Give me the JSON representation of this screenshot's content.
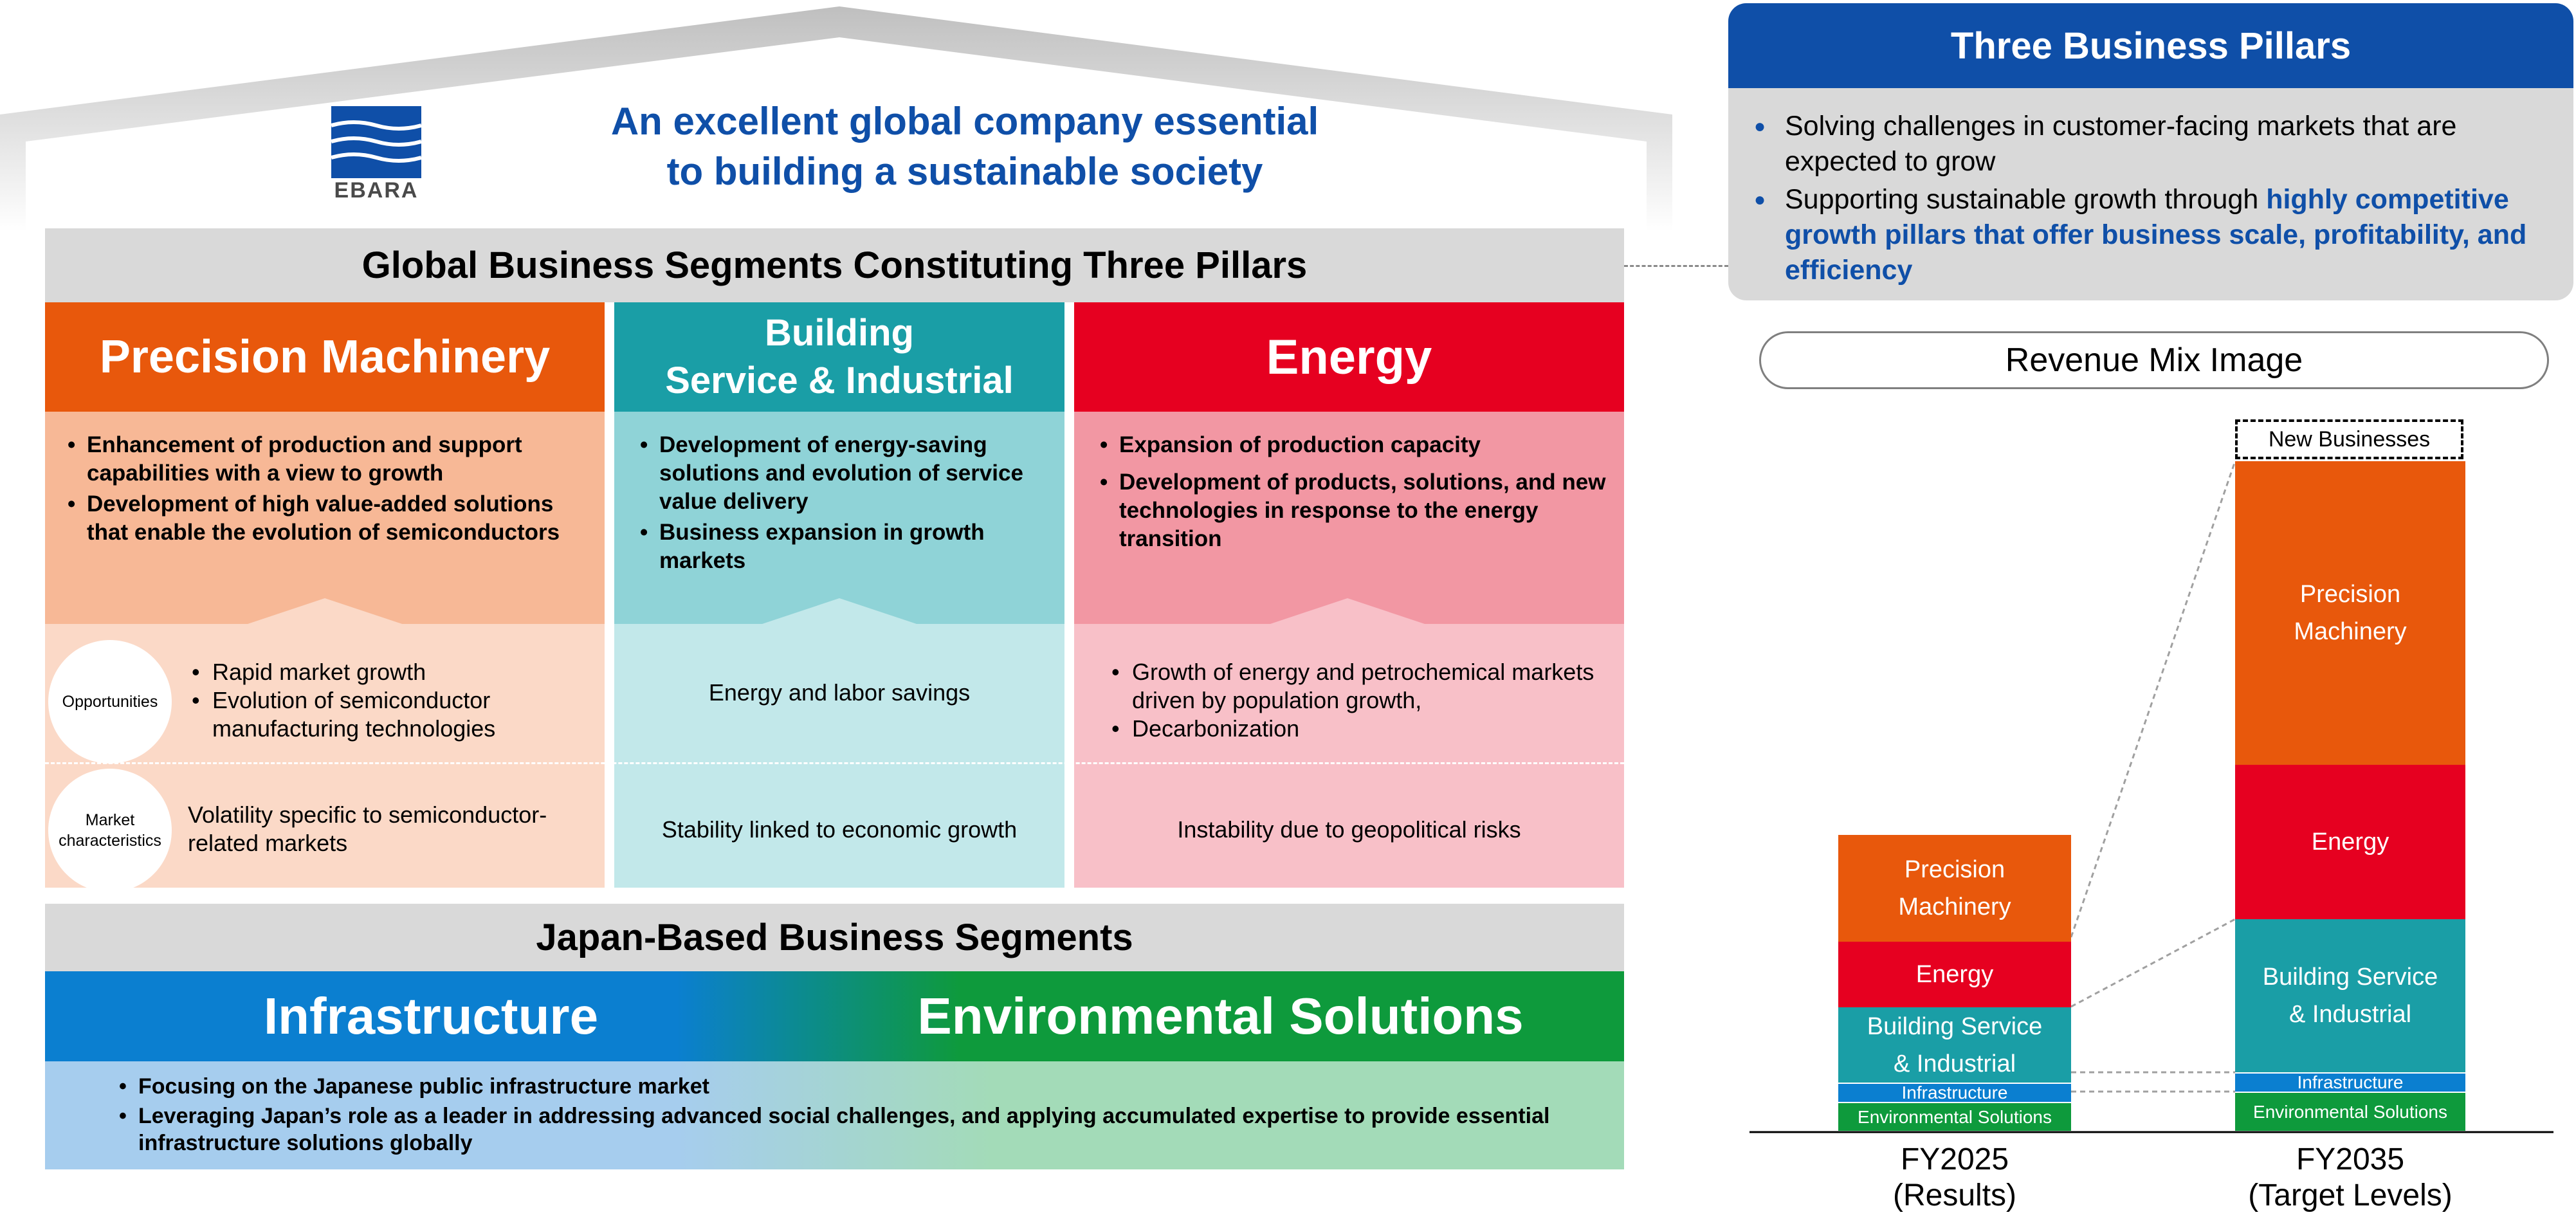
{
  "header": {
    "logo_text": "EBARA",
    "title_line1": "An excellent global company essential",
    "title_line2": "to building a sustainable society"
  },
  "global_segments": {
    "title": "Global Business Segments Constituting Three Pillars",
    "segments": [
      {
        "name": "Precision Machinery",
        "color": "#e8580c",
        "initiatives": [
          "Enhancement of production and support capabilities with a view to growth",
          "Development of high value-added solutions that enable the evolution of semiconductors"
        ],
        "opportunities": [
          "Rapid market growth",
          "Evolution of semiconductor manufacturing technologies"
        ],
        "market_characteristics": "Volatility specific to semiconductor-related markets"
      },
      {
        "name": "Building Service & Industrial",
        "name_line1": "Building",
        "name_line2": "Service & Industrial",
        "color": "#1a9ea6",
        "initiatives": [
          "Development of energy-saving solutions and evolution of service value delivery",
          "Business expansion in growth markets"
        ],
        "opportunities": "Energy and labor savings",
        "market_characteristics": "Stability linked to economic growth"
      },
      {
        "name": "Energy",
        "color": "#e60020",
        "initiatives": [
          "Expansion of production capacity",
          "Development of products, solutions, and new technologies in response to the energy transition"
        ],
        "opportunities": [
          "Growth of energy and petrochemical markets driven by population growth,",
          "Decarbonization"
        ],
        "market_characteristics": "Instability due to geopolitical risks"
      }
    ],
    "row_labels": {
      "opportunities": "Opportunities",
      "market_line1": "Market",
      "market_line2": "characteristics"
    }
  },
  "japan_segments": {
    "title": "Japan-Based Business Segments",
    "left_name": "Infrastructure",
    "right_name": "Environmental Solutions",
    "left_color": "#0b7fd0",
    "right_color": "#0e9a3c",
    "bullets": [
      "Focusing on the Japanese public infrastructure market",
      "Leveraging Japan’s role as a leader in addressing advanced social challenges, and applying accumulated expertise to provide essential infrastructure solutions globally"
    ]
  },
  "pillars": {
    "title": "Three Business Pillars",
    "bullet1": "Solving challenges in customer-facing markets that are expected to grow",
    "bullet2_plain": "Supporting sustainable growth through ",
    "bullet2_highlight": "highly competitive growth pillars that offer business scale, profitability, and efficiency"
  },
  "revenue_mix": {
    "title": "Revenue Mix Image",
    "new_businesses_label": "New Businesses",
    "bars": [
      {
        "label_line1": "FY2025",
        "label_line2": "(Results)",
        "segments": [
          {
            "name_line1": "Precision",
            "name_line2": "Machinery",
            "color": "#e8580c"
          },
          {
            "name_line1": "Energy",
            "name_line2": "",
            "color": "#e60020"
          },
          {
            "name_line1": "Building Service",
            "name_line2": "& Industrial",
            "color": "#1a9ea6"
          },
          {
            "name_line1": "Infrastructure",
            "name_line2": "",
            "color": "#0b7fd0"
          },
          {
            "name_line1": "Environmental Solutions",
            "name_line2": "",
            "color": "#0e9a3c"
          }
        ]
      },
      {
        "label_line1": "FY2035",
        "label_line2": "(Target Levels)",
        "segments": [
          {
            "name_line1": "Precision",
            "name_line2": "Machinery",
            "color": "#e8580c"
          },
          {
            "name_line1": "Energy",
            "name_line2": "",
            "color": "#e60020"
          },
          {
            "name_line1": "Building Service",
            "name_line2": "& Industrial",
            "color": "#1a9ea6"
          },
          {
            "name_line1": "Infrastructure",
            "name_line2": "",
            "color": "#0b7fd0"
          },
          {
            "name_line1": "Environmental Solutions",
            "name_line2": "",
            "color": "#0e9a3c"
          }
        ]
      }
    ]
  }
}
